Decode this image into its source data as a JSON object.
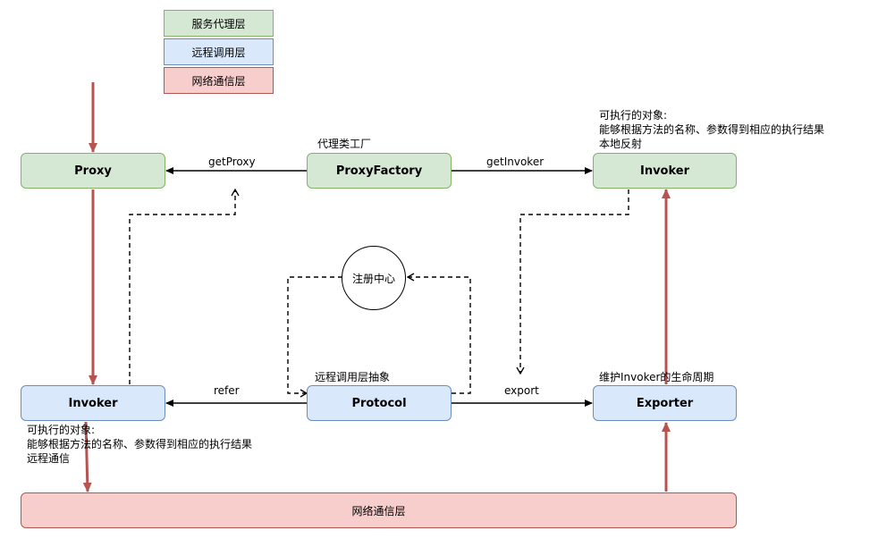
{
  "legend": [
    {
      "label": "服务代理层",
      "color": "#d5e8d4"
    },
    {
      "label": "远程调用层",
      "color": "#dae8fc"
    },
    {
      "label": "网络通信层",
      "color": "#f8cecc"
    }
  ],
  "nodes": {
    "proxy": "Proxy",
    "proxy_factory": "ProxyFactory",
    "invoker_top": "Invoker",
    "invoker_left": "Invoker",
    "protocol": "Protocol",
    "exporter": "Exporter",
    "network": "网络通信层",
    "registry": "注册中心"
  },
  "edge_labels": {
    "get_proxy": "getProxy",
    "get_invoker": "getInvoker",
    "refer": "refer",
    "export": "export"
  },
  "annotations": {
    "proxy_factory": "代理类工厂",
    "invoker_top_line1": "可执行的对象:",
    "invoker_top_line2": "能够根据方法的名称、参数得到相应的执行结果",
    "invoker_top_line3": "本地反射",
    "protocol": "远程调用层抽象",
    "exporter": "维护Invoker的生命周期",
    "invoker_left_line1": "可执行的对象:",
    "invoker_left_line2": "能够根据方法的名称、参数得到相应的执行结果",
    "invoker_left_line3": "远程通信"
  },
  "colors": {
    "service_proxy_layer": "#d5e8d4",
    "remote_invocation_layer": "#dae8fc",
    "network_layer": "#f8cecc",
    "red_arrow": "#b85450"
  }
}
